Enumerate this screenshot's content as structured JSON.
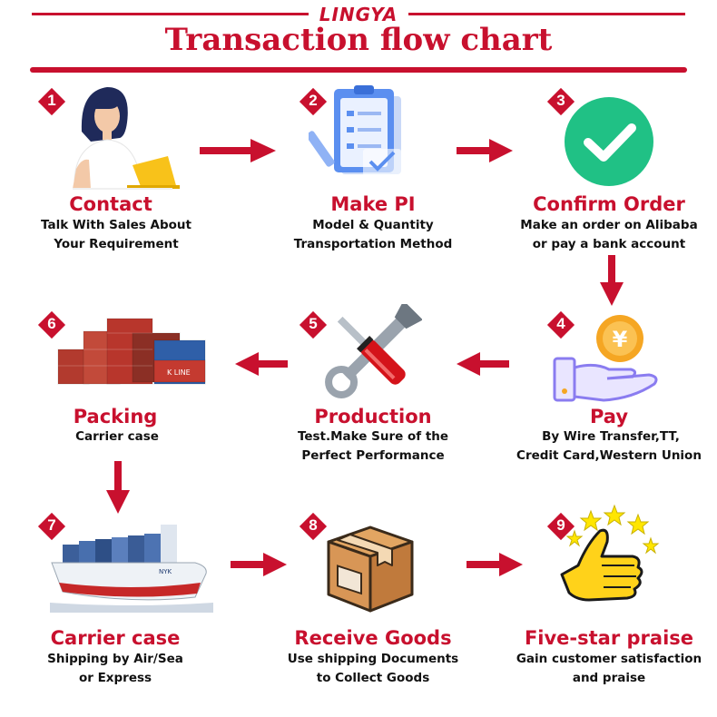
{
  "brand": "LINGYA",
  "title": "Transaction flow chart",
  "colors": {
    "accent": "#c8102e",
    "check_green": "#20c185",
    "coin_orange": "#f5a623",
    "hand_purple": "#8a7cf0"
  },
  "steps": [
    {
      "num": "1",
      "icon": "person-laptop-icon",
      "title": "Contact",
      "line1": "Talk With Sales About",
      "line2": "Your Requirement"
    },
    {
      "num": "2",
      "icon": "clipboard-checklist-icon",
      "title": "Make PI",
      "line1": "Model & Quantity",
      "line2": "Transportation Method"
    },
    {
      "num": "3",
      "icon": "green-check-icon",
      "title": "Confirm Order",
      "line1": "Make an order on Alibaba",
      "line2": "or pay a bank account"
    },
    {
      "num": "4",
      "icon": "hand-coin-yen-icon",
      "title": "Pay",
      "line1": "By Wire Transfer,TT,",
      "line2": "Credit Card,Western Union"
    },
    {
      "num": "5",
      "icon": "wrench-screwdriver-icon",
      "title": "Production",
      "line1": "Test.Make Sure of the",
      "line2": "Perfect Performance"
    },
    {
      "num": "6",
      "icon": "shipping-containers-icon",
      "title": "Packing",
      "line1": "Carrier case",
      "line2": ""
    },
    {
      "num": "7",
      "icon": "cargo-ship-icon",
      "title": "Carrier case",
      "line1": "Shipping by Air/Sea",
      "line2": "or Express"
    },
    {
      "num": "8",
      "icon": "cardboard-box-icon",
      "title": "Receive Goods",
      "line1": "Use shipping Documents",
      "line2": "to Collect Goods"
    },
    {
      "num": "9",
      "icon": "thumbs-up-stars-icon",
      "title": "Five-star praise",
      "line1": "Gain customer satisfaction",
      "line2": "and praise"
    }
  ]
}
